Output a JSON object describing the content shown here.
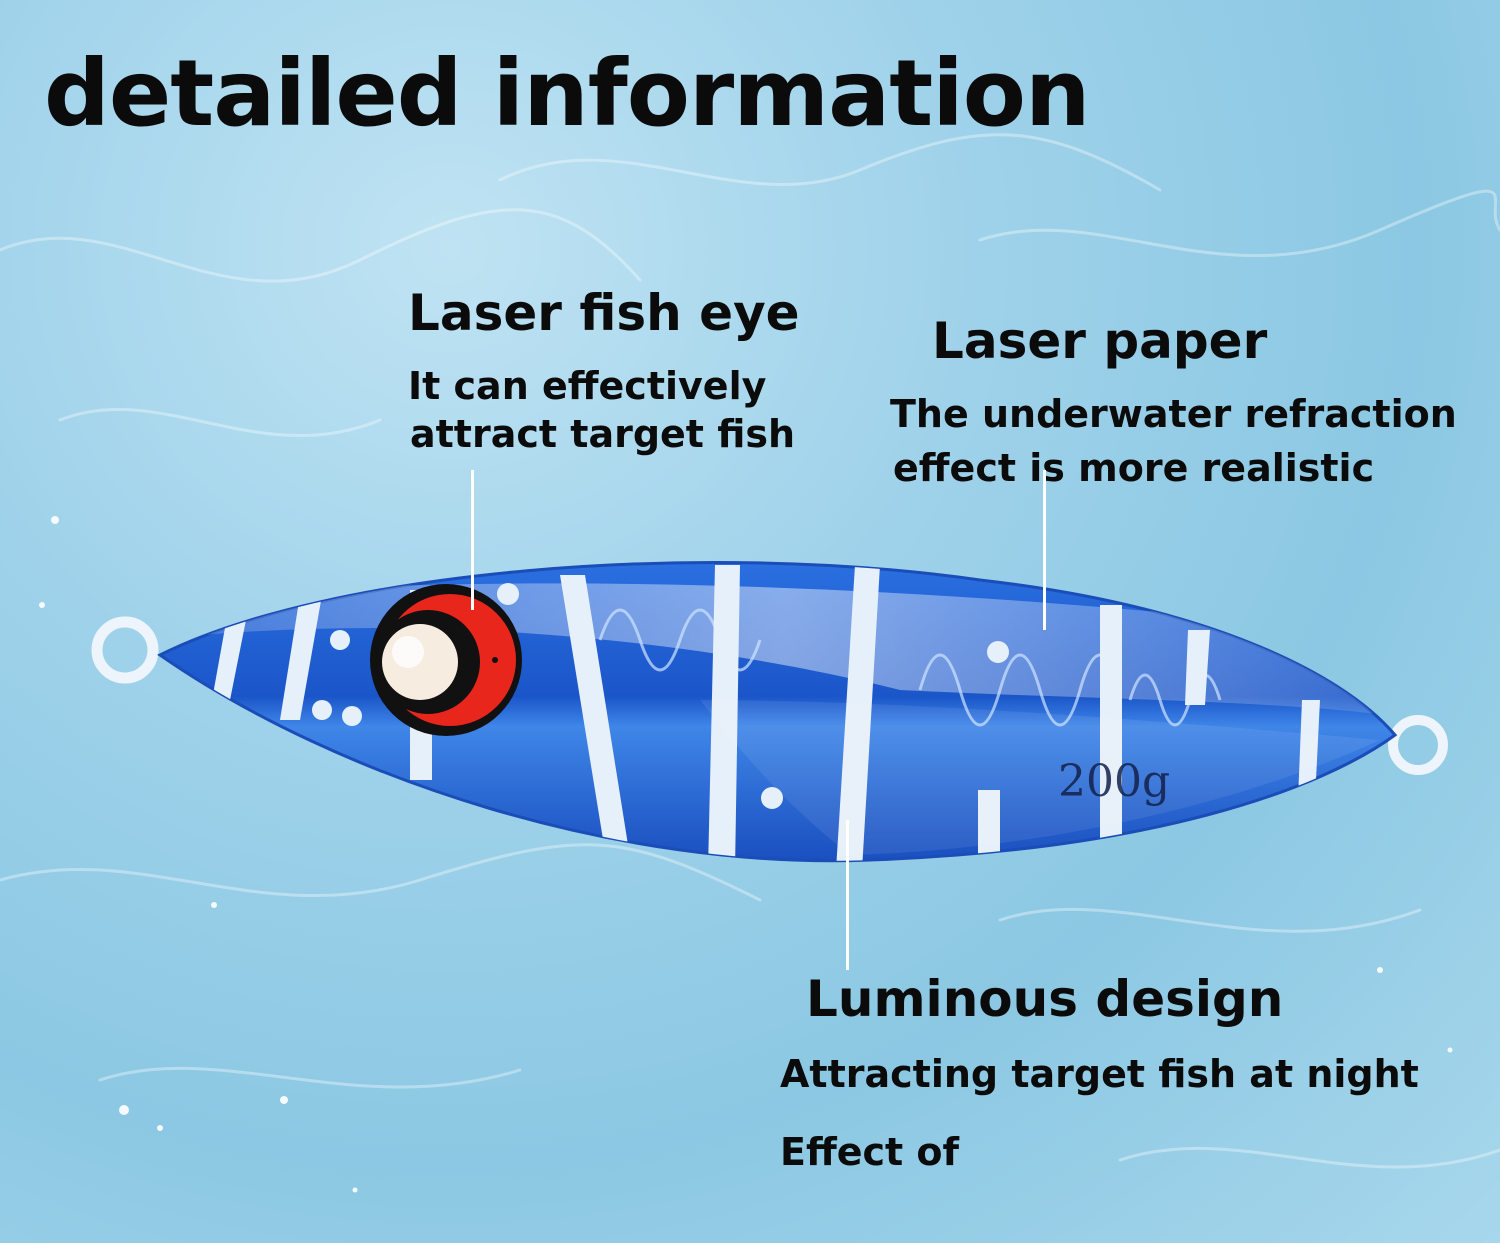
{
  "title": "detailed information",
  "callouts": {
    "eye": {
      "heading": "Laser fish eye",
      "description_line1": "It can effectively",
      "description_line2": "attract target fish"
    },
    "paper": {
      "heading": "Laser paper",
      "description_line1": "The underwater refraction",
      "description_line2": "effect is more realistic"
    },
    "luminous": {
      "heading": "Luminous design",
      "description_line1": "Attracting target fish at night",
      "description_line2": "Effect of"
    }
  },
  "product": {
    "weight_mark": "200g",
    "body_color": "#1f5fd0",
    "stripe_color": "#e6f0fa",
    "eye_color": "#e8261c"
  },
  "icons": [
    "metal-jig-lure",
    "lure-eye",
    "split-ring"
  ]
}
